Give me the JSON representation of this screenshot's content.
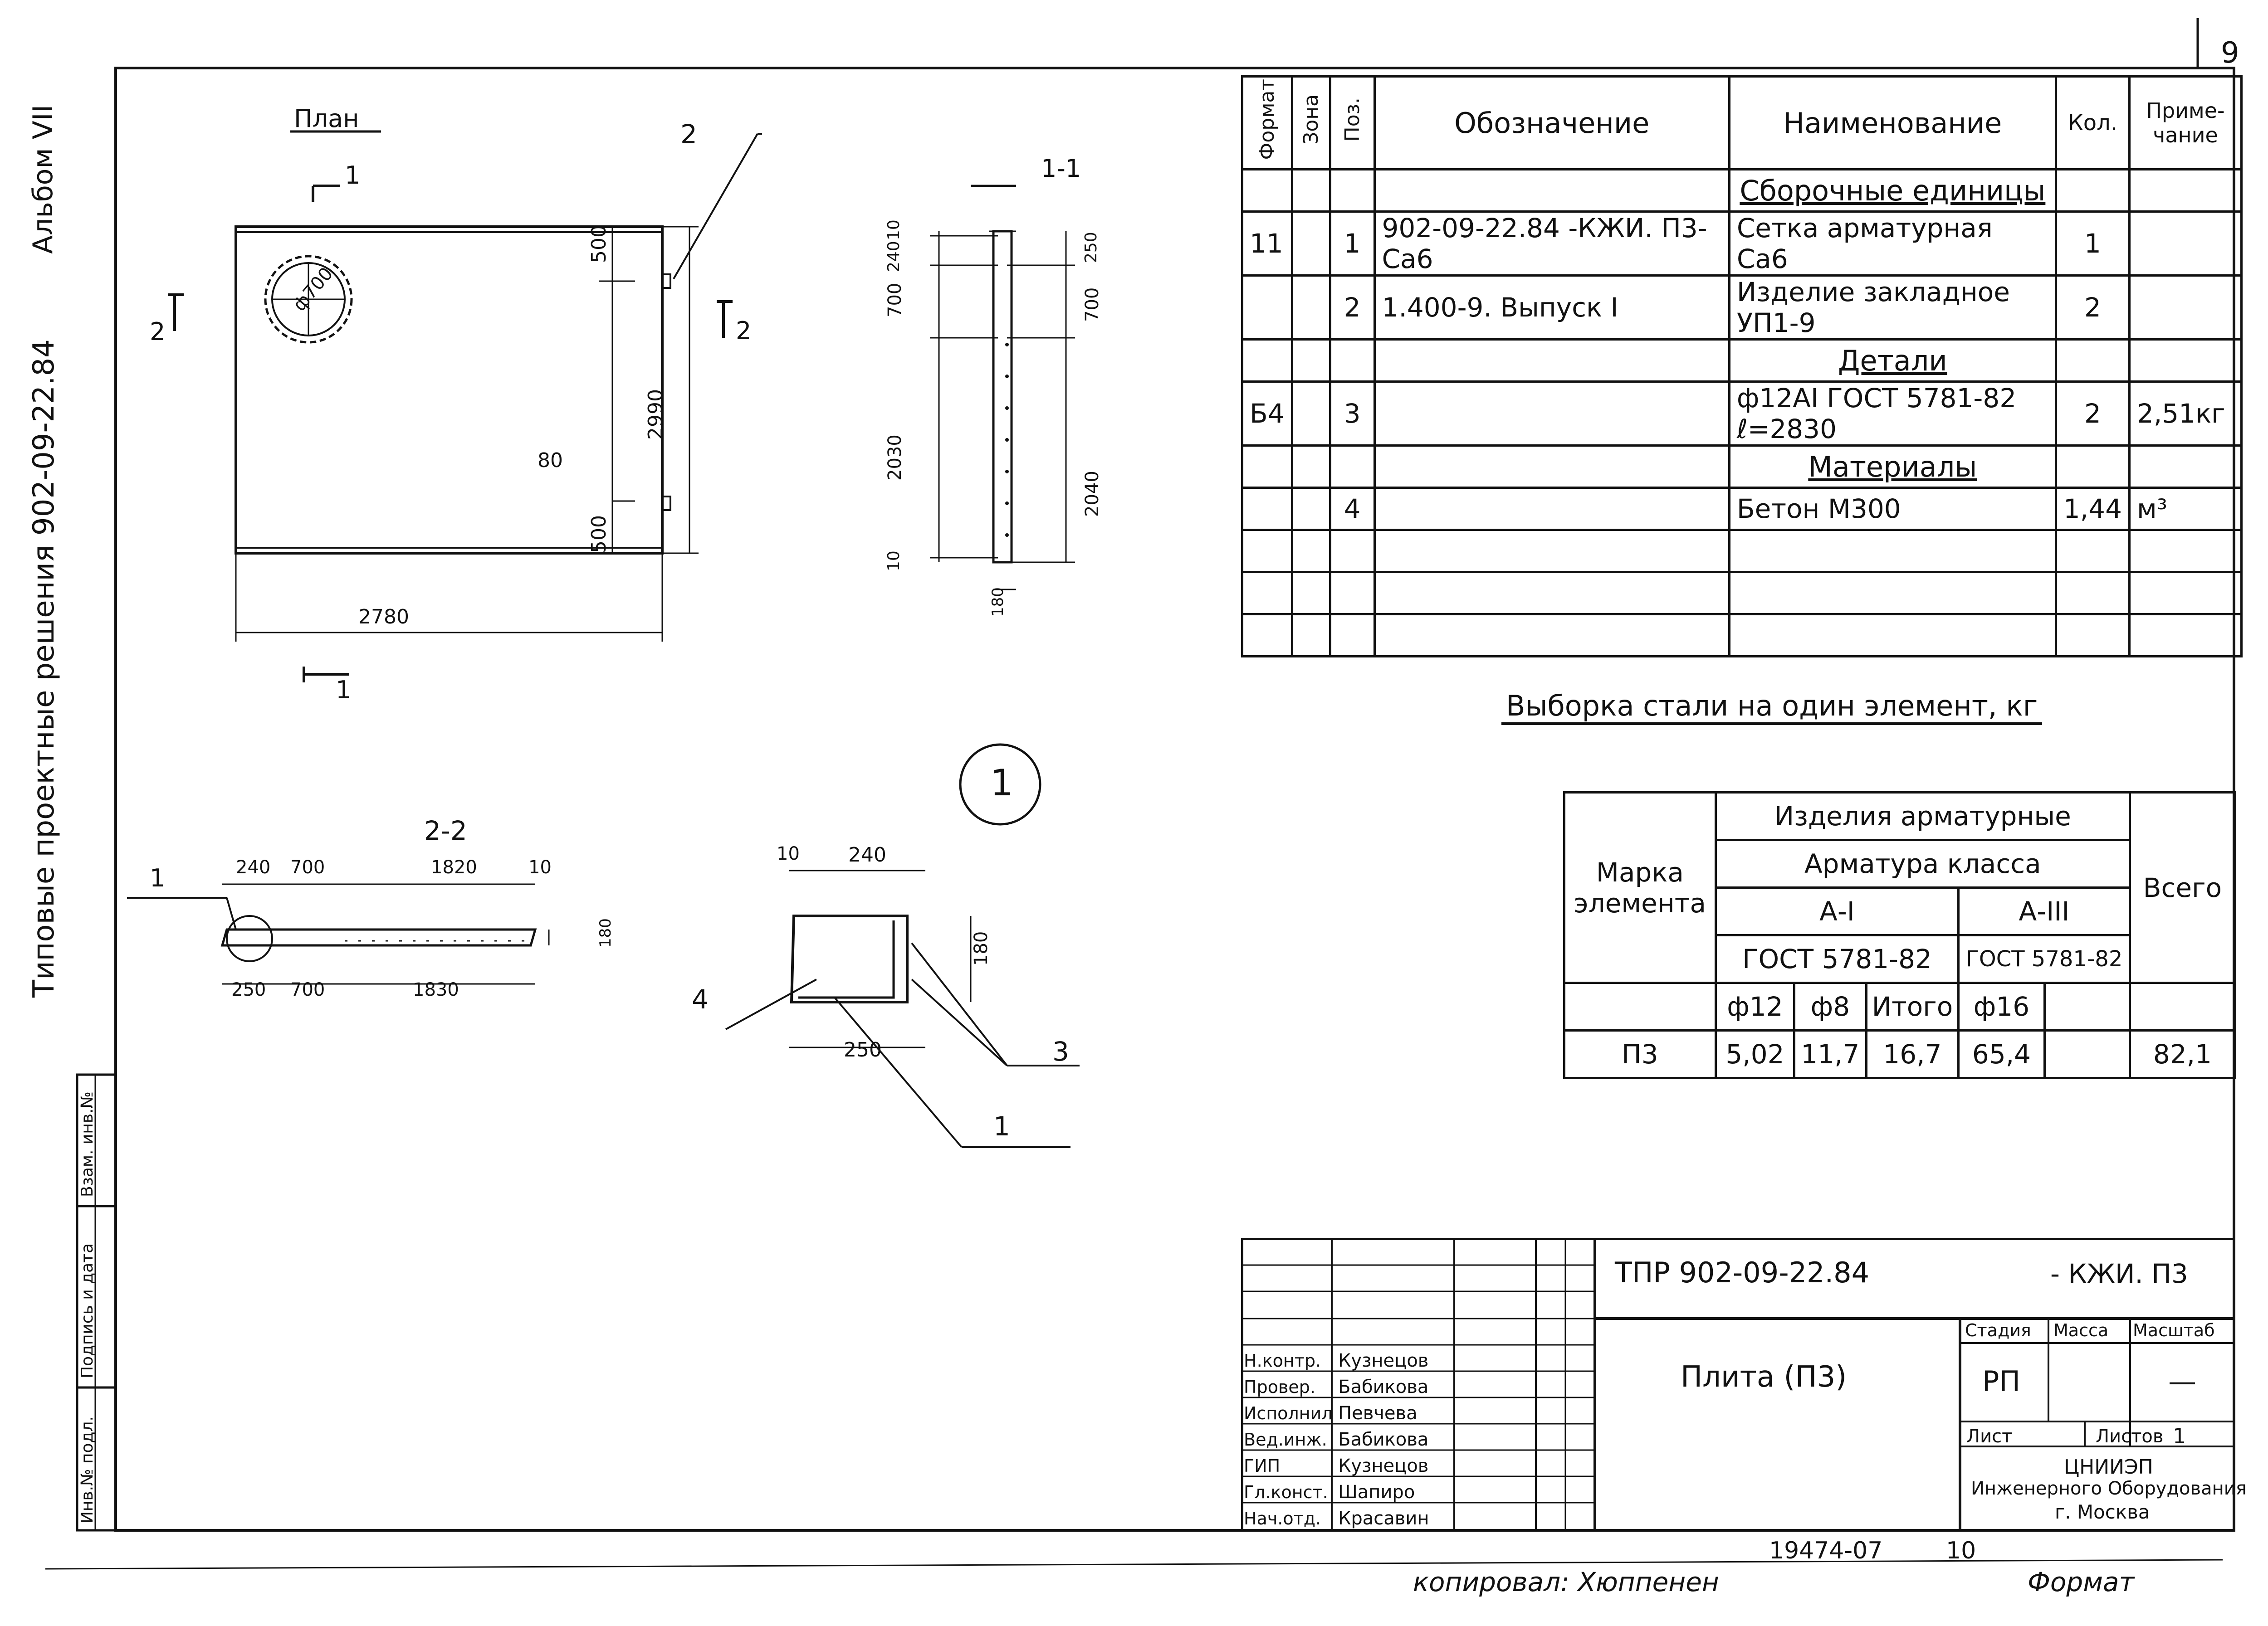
{
  "page_number": "9",
  "side_margin": {
    "album": "Альбом VII",
    "series": "Типовые проектные решения 902-09-22.84"
  },
  "left_stamp": [
    "Инв.№ подл.",
    "Подпись и дата",
    "Взам. инв.№"
  ],
  "plan": {
    "title": "План",
    "section_marks": [
      "1",
      "1",
      "2",
      "2"
    ],
    "dims": {
      "d500a": "500",
      "d2990": "2990",
      "d80": "80",
      "d500b": "500",
      "d2780": "2780",
      "diam": "ф700"
    },
    "callout": "2"
  },
  "section11": {
    "title": "1-1",
    "dims_left": [
      "10",
      "240",
      "700",
      "2030",
      "10"
    ],
    "dims_right": [
      "250",
      "700",
      "2040"
    ],
    "bottom": "180"
  },
  "section22": {
    "title": "2-2",
    "top": [
      "240",
      "700",
      "1820",
      "10"
    ],
    "bottom": [
      "250",
      "700",
      "1830"
    ],
    "right": "180",
    "callout": "1"
  },
  "node1": {
    "label": "1",
    "top": [
      "10",
      "240"
    ],
    "right": "180",
    "bottom": "250",
    "callouts": [
      "4",
      "3",
      "1"
    ]
  },
  "spec": {
    "headers": {
      "format": "Формат",
      "zone": "Зона",
      "pos": "Поз.",
      "designation": "Обозначение",
      "name": "Наименование",
      "qty": "Кол.",
      "note": "Приме-чание"
    },
    "rows": [
      {
        "format": "",
        "zone": "",
        "pos": "",
        "designation": "",
        "name": "Сборочные единицы",
        "qty": "",
        "note": "",
        "section": true
      },
      {
        "format": "11",
        "zone": "",
        "pos": "1",
        "designation": "902-09-22.84 -КЖИ. П3-Са6",
        "name": "Сетка арматурная Са6",
        "qty": "1",
        "note": ""
      },
      {
        "format": "",
        "zone": "",
        "pos": "2",
        "designation": "1.400-9. Выпуск I",
        "name": "Изделие закладное УП1-9",
        "qty": "2",
        "note": ""
      },
      {
        "format": "",
        "zone": "",
        "pos": "",
        "designation": "",
        "name": "Детали",
        "qty": "",
        "note": "",
        "section": true
      },
      {
        "format": "Б4",
        "zone": "",
        "pos": "3",
        "designation": "",
        "name": "ф12АI ГОСТ 5781-82 ℓ=2830",
        "qty": "2",
        "note": "2,51кг"
      },
      {
        "format": "",
        "zone": "",
        "pos": "",
        "designation": "",
        "name": "Материалы",
        "qty": "",
        "note": "",
        "section": true
      },
      {
        "format": "",
        "zone": "",
        "pos": "4",
        "designation": "",
        "name": "Бетон М300",
        "qty": "1,44",
        "note": "м³"
      },
      {
        "format": "",
        "zone": "",
        "pos": "",
        "designation": "",
        "name": "",
        "qty": "",
        "note": ""
      },
      {
        "format": "",
        "zone": "",
        "pos": "",
        "designation": "",
        "name": "",
        "qty": "",
        "note": ""
      },
      {
        "format": "",
        "zone": "",
        "pos": "",
        "designation": "",
        "name": "",
        "qty": "",
        "note": ""
      }
    ]
  },
  "steel": {
    "title": "Выборка стали на один элемент, кг",
    "mark_header": "Марка элемента",
    "group": "Изделия арматурные",
    "class": "Арматура класса",
    "a1": "А-I",
    "a3": "А-III",
    "gost1": "ГОСТ 5781-82",
    "gost3": "ГОСТ 5781-82",
    "total_header": "Всего",
    "cols": [
      "ф12",
      "ф8",
      "Итого",
      "ф16",
      ""
    ],
    "row": {
      "mark": "П3",
      "v1": "5,02",
      "v2": "11,7",
      "v3": "16,7",
      "v4": "65,4",
      "v5": "",
      "total": "82,1"
    }
  },
  "title_block": {
    "code": "ТПР 902-09-22.84",
    "code_suffix": "- КЖИ. П3",
    "name": "Плита (П3)",
    "stage_h": "Стадия",
    "mass_h": "Масса",
    "scale_h": "Масштаб",
    "stage": "РП",
    "mass": "",
    "scale": "—",
    "sheet_h": "Лист",
    "sheets_h": "Листов",
    "sheets": "1",
    "org1": "ЦНИИЭП",
    "org2": "Инженерного Оборудования",
    "org3": "г. Москва",
    "people": [
      {
        "role": "Н.контр.",
        "name": "Кузнецов"
      },
      {
        "role": "Провер.",
        "name": "Бабикова"
      },
      {
        "role": "Исполнил",
        "name": "Певчева"
      },
      {
        "role": "Вед.инж.",
        "name": "Бабикова"
      },
      {
        "role": "ГИП",
        "name": "Кузнецов"
      },
      {
        "role": "Гл.конст.",
        "name": "Шапиро"
      },
      {
        "role": "Нач.отд.",
        "name": "Красавин"
      }
    ]
  },
  "footer": {
    "inv": "19474-07",
    "num": "10",
    "copied": "копировал: Хюппенен",
    "format": "Формат"
  }
}
